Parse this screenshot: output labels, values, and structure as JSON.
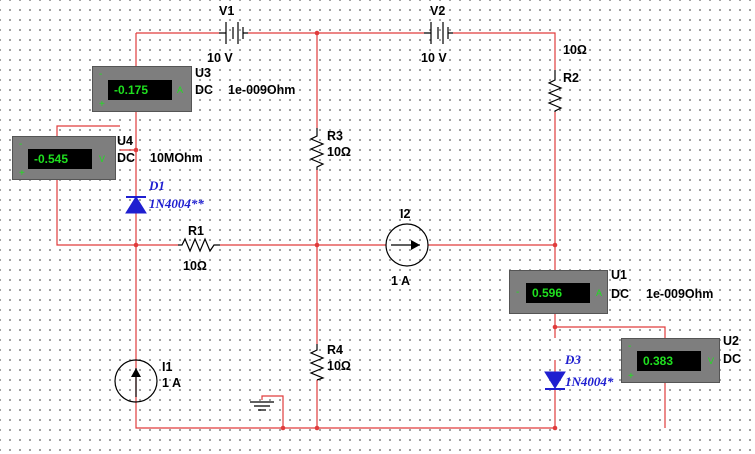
{
  "sources": {
    "v1": {
      "name": "V1",
      "value": "10 V"
    },
    "v2": {
      "name": "V2",
      "value": "10 V"
    },
    "i1": {
      "name": "I1",
      "value": "1 A"
    },
    "i2": {
      "name": "I2",
      "value": "1 A"
    }
  },
  "resistors": {
    "r1": {
      "name": "R1",
      "value": "10Ω"
    },
    "r2": {
      "name": "R2",
      "value": "10Ω"
    },
    "r3": {
      "name": "R3",
      "value": "10Ω"
    },
    "r4": {
      "name": "R4",
      "value": "10Ω"
    }
  },
  "diodes": {
    "d1": {
      "name": "D1",
      "model": "1N4004**"
    },
    "d3": {
      "name": "D3",
      "model": "1N4004*"
    }
  },
  "meters": {
    "u1": {
      "name": "U1",
      "reading": "0.596",
      "mode": "DC",
      "resistance": "1e-009Ohm",
      "unit": "A"
    },
    "u2": {
      "name": "U2",
      "reading": "0.383",
      "mode": "DC",
      "unit": "V"
    },
    "u3": {
      "name": "U3",
      "reading": "-0.175",
      "mode": "DC",
      "resistance": "1e-009Ohm",
      "unit": "A"
    },
    "u4": {
      "name": "U4",
      "reading": "-0.545",
      "mode": "DC",
      "resistance": "10MOhm",
      "unit": "V"
    }
  },
  "terminal_signs": {
    "plus": "+",
    "minus": "-"
  },
  "colors": {
    "wire": "#e03c3c",
    "meter_body": "#7e7e7e",
    "meter_display": "#000000",
    "meter_digits": "#1fe01f",
    "diode": "#1f1fd0",
    "junction": "#e03c3c"
  }
}
